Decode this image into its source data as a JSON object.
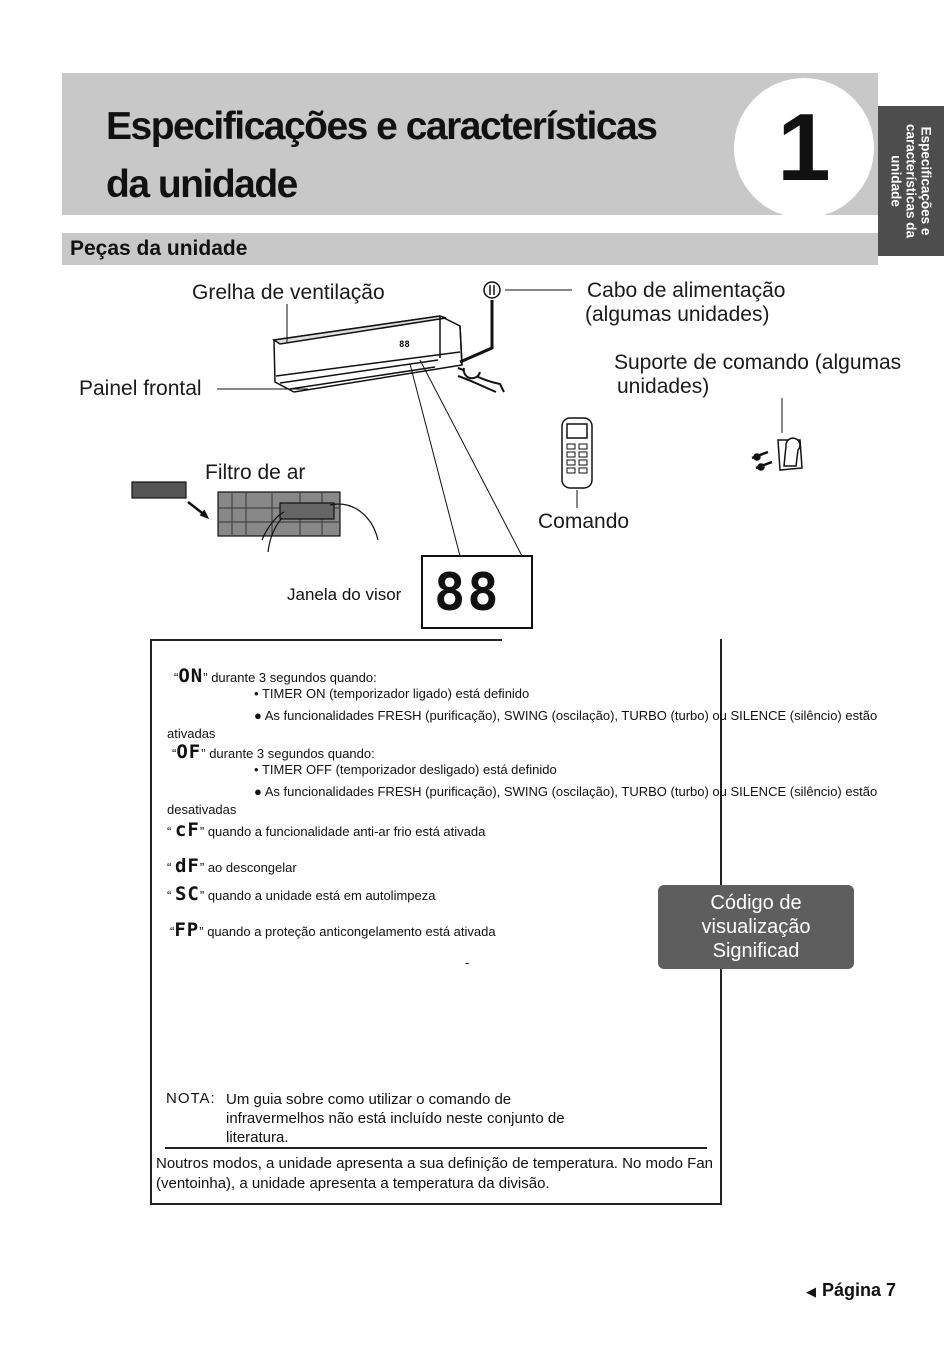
{
  "header": {
    "title_line1": "Especificações e características",
    "title_line2": "da unidade",
    "chapter_number": "1",
    "side_tab": "Especificações e características da unidade"
  },
  "section": {
    "title": "Peças da unidade"
  },
  "labels": {
    "vent_grille": "Grelha de ventilação",
    "power_cable_line1": "Cabo de alimentação",
    "power_cable_line2": "(algumas unidades)",
    "remote_holder_line1": "Suporte de comando (algumas",
    "remote_holder_line2": "unidades)",
    "front_panel": "Painel frontal",
    "air_filter": "Filtro de ar",
    "remote": "Comando",
    "display_window": "Janela do visor",
    "display_digits": "88"
  },
  "codes": {
    "on": {
      "code": "ON",
      "text": "durante 3 segundos quando:",
      "bullet1": "TIMER ON (temporizador ligado) está definido",
      "bullet2": "As funcionalidades FRESH (purificação), SWING (oscilação), TURBO (turbo) ou SILENCE (silêncio) estão",
      "bullet2_cont": "ativadas"
    },
    "of": {
      "code": "OF",
      "text": "durante 3 segundos quando:",
      "bullet1": "TIMER OFF (temporizador desligado) está definido",
      "bullet2": "As funcionalidades FRESH (purificação), SWING (oscilação), TURBO (turbo) ou SILENCE (silêncio) estão",
      "bullet2_cont": "desativadas"
    },
    "cf": {
      "code": "cF",
      "text": "quando a funcionalidade anti-ar frio está ativada"
    },
    "df": {
      "code": "dF",
      "text": "ao descongelar"
    },
    "sc": {
      "code": "SC",
      "text": "quando a unidade está em autolimpeza"
    },
    "fp": {
      "code": "FP",
      "text": "quando a proteção anticongelamento está ativada"
    },
    "dash": "-"
  },
  "callout": {
    "line1": "Código de",
    "line2": "visualização",
    "line3": "Significad"
  },
  "note": {
    "label": "NOTA:",
    "text": "Um guia sobre como utilizar o comando de infravermelhos não está incluído neste conjunto de literatura."
  },
  "bottom_text": "Noutros modos, a unidade apresenta a sua definição de temperatura. No modo Fan (ventoinha), a unidade apresenta a temperatura da divisão.",
  "footer": {
    "page": "Página 7"
  }
}
